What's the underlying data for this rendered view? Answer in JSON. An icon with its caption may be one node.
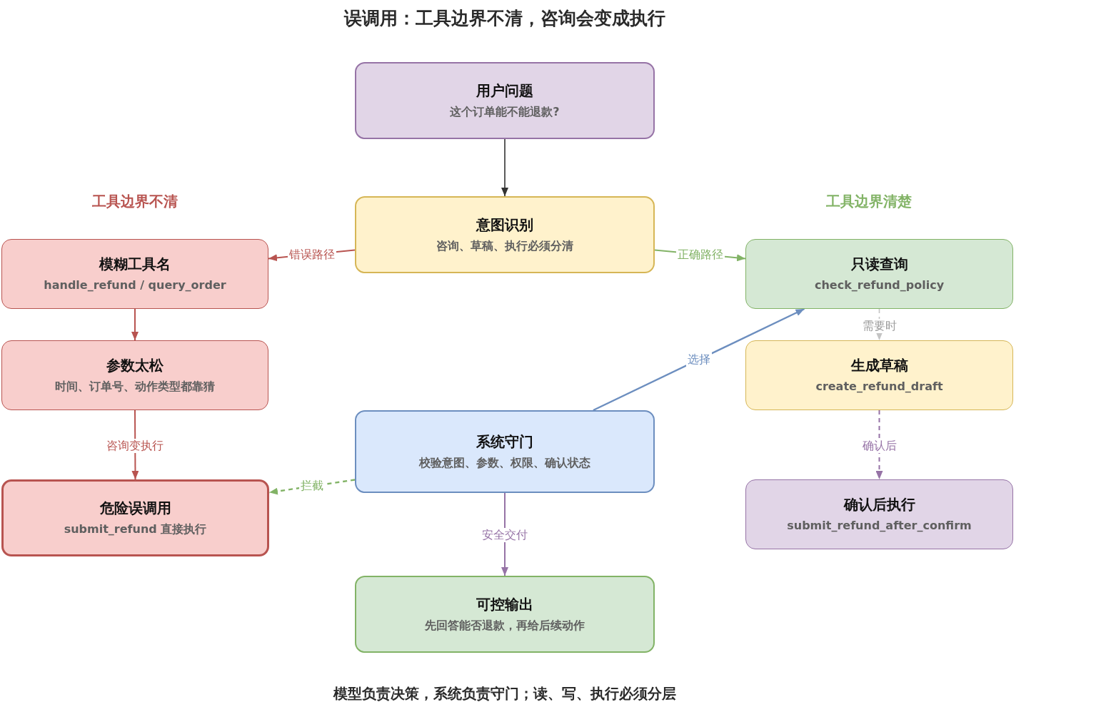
{
  "diagram": {
    "title": "误调用：工具边界不清，咨询会变成执行",
    "nodes": [
      {
        "text": [
          "用户问题",
          "这个订单能不能退款?"
        ]
      },
      {
        "text": [
          "意图识别",
          "咨询、草稿、执行必须分清"
        ]
      },
      {
        "text": [
          "模糊工具名",
          "handle_refund / query_order"
        ]
      },
      {
        "text": [
          "参数太松",
          "时间、订单号、动作类型都靠猜"
        ]
      },
      {
        "text": [
          "危险误调用",
          "submit_refund 直接执行"
        ]
      },
      {
        "text": [
          "只读查询",
          "check_refund_policy"
        ]
      },
      {
        "text": [
          "生成草稿",
          "create_refund_draft"
        ]
      },
      {
        "text": [
          "确认后执行",
          "submit_refund_after_confirm"
        ]
      },
      {
        "text": [
          "系统守门",
          "校验意图、参数、权限、确认状态"
        ]
      },
      {
        "text": [
          "可控输出",
          "先回答能否退款，再给后续动作"
        ]
      }
    ],
    "edges": [
      {
        "from": 0,
        "to": 1,
        "arrow": "to",
        "color": "#333333"
      },
      {
        "from": 1,
        "to": 2,
        "arrow": "to",
        "label": "错误路径",
        "color": "#b85450"
      },
      {
        "from": 1,
        "to": 5,
        "arrow": "to",
        "label": "正确路径",
        "color": "#82b366"
      },
      {
        "from": 2,
        "to": 3,
        "arrow": "to",
        "color": "#b85450"
      },
      {
        "from": 3,
        "to": 4,
        "arrow": "to",
        "label": "咨询变执行",
        "color": "#b85450"
      },
      {
        "from": 8,
        "to": 5,
        "arrow": "to",
        "label": "选择",
        "color": "#6c8ebf"
      },
      {
        "from": 5,
        "to": 6,
        "arrow": "to",
        "label": "需要时",
        "style": "dashed",
        "color": "#c4c4c4"
      },
      {
        "from": 6,
        "to": 7,
        "arrow": "to",
        "label": "确认后",
        "style": "dashed",
        "color": "#9673a6"
      },
      {
        "from": 8,
        "to": 4,
        "arrow": "to",
        "label": "拦截",
        "style": "dashed",
        "color": "#82b366"
      },
      {
        "from": 8,
        "to": 9,
        "arrow": "to",
        "label": "安全交付",
        "color": "#9673a6"
      }
    ],
    "labels": [
      "工具边界不清",
      "工具边界清楚"
    ],
    "caption": "模型负责决策，系统负责守门；读、写、执行必须分层"
  }
}
